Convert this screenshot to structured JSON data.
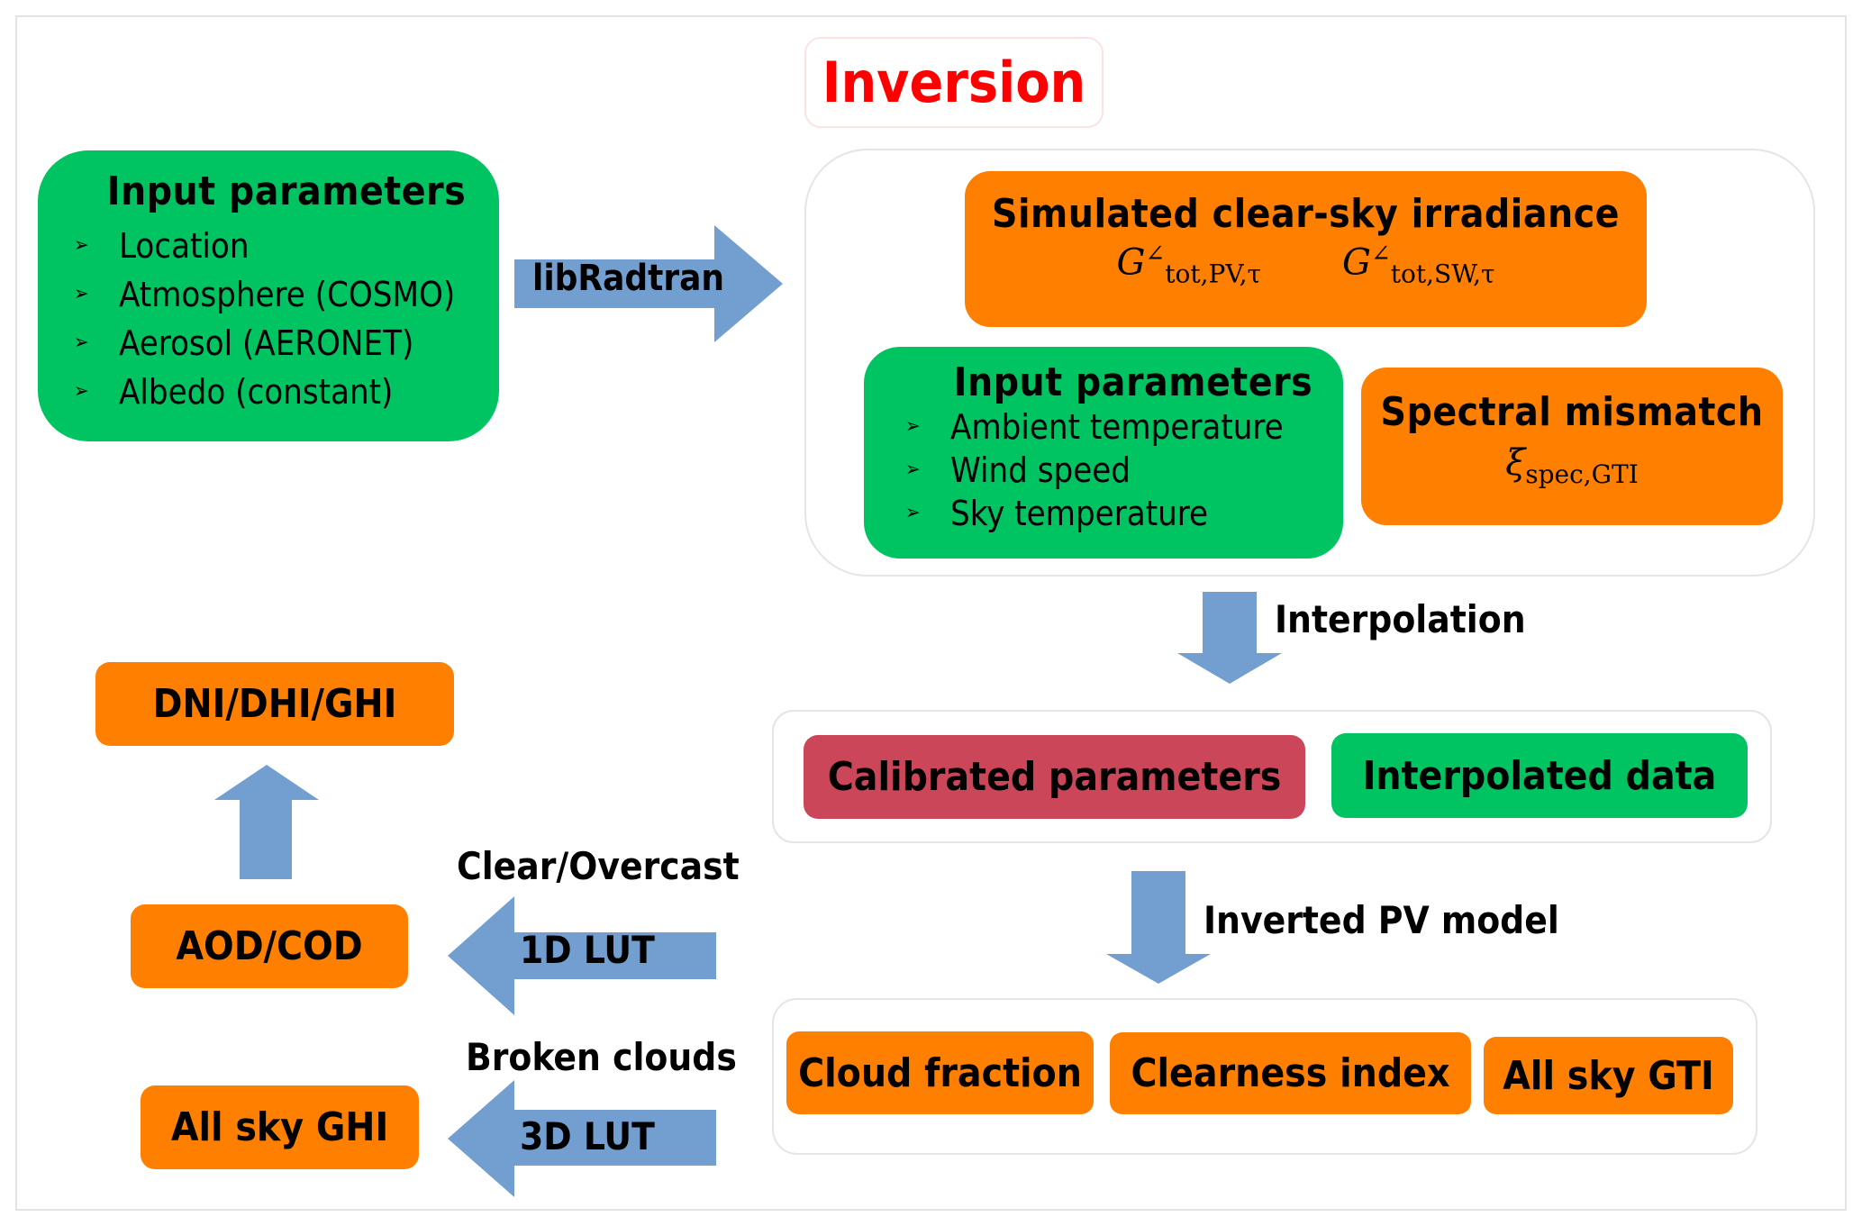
{
  "title": "Inversion",
  "colors": {
    "green": "#00c462",
    "orange": "#ff7f00",
    "red": "#cb4659",
    "arrow": "#729fcf",
    "title": "#ff0000"
  },
  "input_params_left": {
    "heading": "Input parameters",
    "items": [
      "Location",
      "Atmosphere (COSMO)",
      "Aerosol (AERONET)",
      "Albedo (constant)"
    ]
  },
  "arrow_librad": "libRadtran",
  "simulated": {
    "heading": "Simulated clear-sky irradiance",
    "formula1": {
      "base": "G",
      "sup": "∠",
      "sub": "tot,PV,τ"
    },
    "formula2": {
      "base": "G",
      "sup": "∠",
      "sub": "tot,SW,τ"
    }
  },
  "input_params_inner": {
    "heading": "Input parameters",
    "items": [
      "Ambient temperature",
      "Wind speed",
      "Sky temperature"
    ]
  },
  "spectral": {
    "heading": "Spectral mismatch",
    "formula": {
      "base": "ξ",
      "sub": "spec,GTI"
    }
  },
  "interp_label": "Interpolation",
  "calibrated": "Calibrated parameters",
  "interpolated": "Interpolated data",
  "inverted_label": "Inverted PV model",
  "outputs": [
    "Cloud fraction",
    "Clearness index",
    "All sky GTI"
  ],
  "clear_overcast": "Clear/Overcast",
  "lut1d": "1D LUT",
  "broken_clouds": "Broken clouds",
  "lut3d": "3D LUT",
  "aod_cod": "AOD/COD",
  "dni": "DNI/DHI/GHI",
  "allsky_ghi": "All sky GHI",
  "bullet": "➢"
}
